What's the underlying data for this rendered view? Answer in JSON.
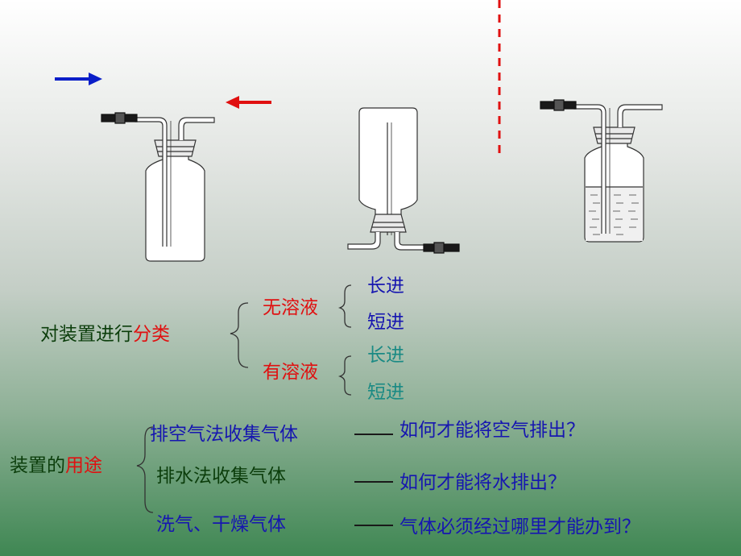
{
  "classification": {
    "label_main": "对装置进行",
    "label_highlight": "分类",
    "no_solution": "无溶液",
    "with_solution": "有溶液",
    "long_in_1": "长进",
    "short_in_1": "短进",
    "long_in_2": "长进",
    "short_in_2": "短进"
  },
  "usage": {
    "label_main": "装置的",
    "label_highlight": "用途",
    "items": [
      {
        "method": "排空气法收集气体",
        "dash": "——",
        "question": "如何才能将空气排出？"
      },
      {
        "method": "排水法收集气体",
        "dash": "——",
        "question": "如何才能将水排出？"
      },
      {
        "method": "洗气、干燥气体",
        "dash": "——",
        "question": "气体必须经过哪里才能办到？"
      }
    ]
  },
  "colors": {
    "dark_text": "#0b3d0b",
    "highlight": "#e01010",
    "blue_text": "#1616b0",
    "teal_text": "#1a8a84",
    "arrow_in": "#0a1ec8",
    "arrow_out": "#e01010"
  }
}
